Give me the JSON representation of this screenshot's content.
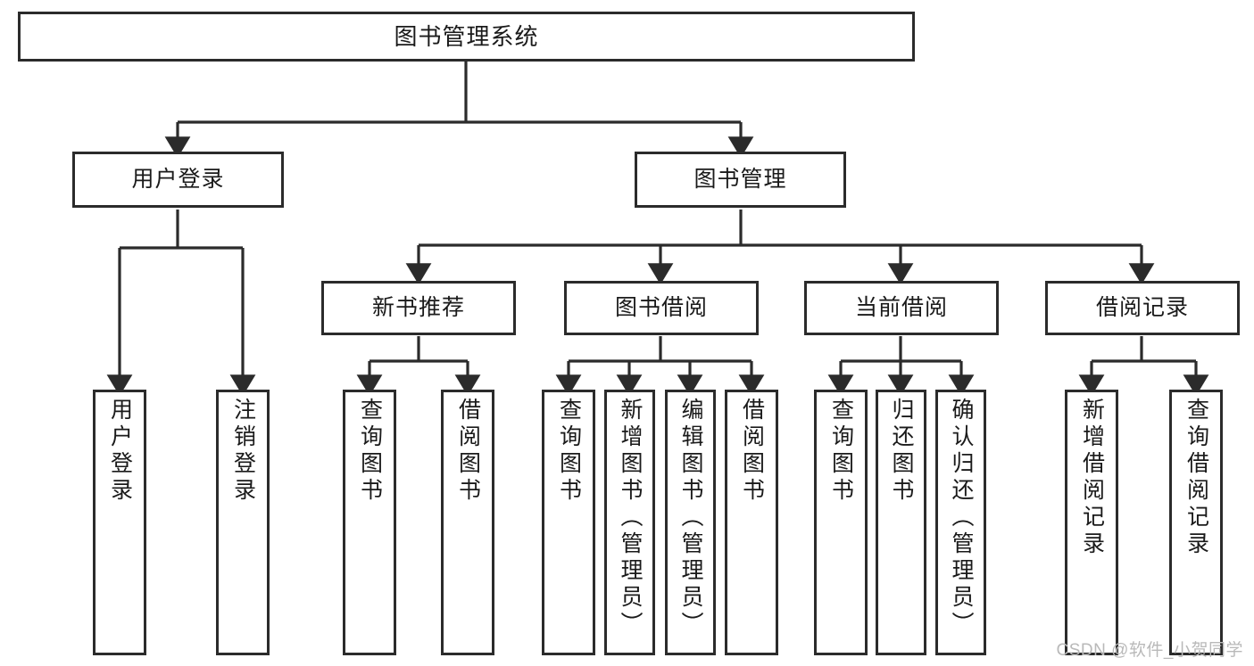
{
  "diagram": {
    "title": "图书管理系统",
    "type": "tree-hierarchy-diagram",
    "style": {
      "box_border_color": "#2b2b2b",
      "box_fill_color": "#ffffff",
      "line_color": "#2b2b2b",
      "text_color": "#1a1a1a",
      "background": "#ffffff"
    },
    "levels": {
      "root": {
        "label": "图书管理系统",
        "orientation": "horizontal"
      },
      "level2": [
        {
          "label": "用户登录",
          "orientation": "horizontal"
        },
        {
          "label": "图书管理",
          "orientation": "horizontal"
        }
      ],
      "level3": [
        {
          "label": "新书推荐",
          "orientation": "horizontal",
          "parent": "图书管理"
        },
        {
          "label": "图书借阅",
          "orientation": "horizontal",
          "parent": "图书管理"
        },
        {
          "label": "当前借阅",
          "orientation": "horizontal",
          "parent": "图书管理"
        },
        {
          "label": "借阅记录",
          "orientation": "horizontal",
          "parent": "图书管理"
        }
      ],
      "leaves": [
        {
          "label": "用户登录",
          "orientation": "vertical",
          "parent": "用户登录"
        },
        {
          "label": "注销登录",
          "orientation": "vertical",
          "parent": "用户登录"
        },
        {
          "label": "查询图书",
          "orientation": "vertical",
          "parent": "新书推荐"
        },
        {
          "label": "借阅图书",
          "orientation": "vertical",
          "parent": "新书推荐"
        },
        {
          "label": "查询图书",
          "orientation": "vertical",
          "parent": "图书借阅"
        },
        {
          "label": "新增图书（管理员）",
          "orientation": "vertical",
          "parent": "图书借阅"
        },
        {
          "label": "编辑图书（管理员）",
          "orientation": "vertical",
          "parent": "图书借阅"
        },
        {
          "label": "借阅图书",
          "orientation": "vertical",
          "parent": "图书借阅"
        },
        {
          "label": "查询图书",
          "orientation": "vertical",
          "parent": "当前借阅"
        },
        {
          "label": "归还图书",
          "orientation": "vertical",
          "parent": "当前借阅"
        },
        {
          "label": "确认归还（管理员）",
          "orientation": "vertical",
          "parent": "当前借阅"
        },
        {
          "label": "新增借阅记录",
          "orientation": "vertical",
          "parent": "借阅记录"
        },
        {
          "label": "查询借阅记录",
          "orientation": "vertical",
          "parent": "借阅记录"
        }
      ]
    }
  },
  "watermark": {
    "text": "CSDN @软件_小贺同学"
  }
}
